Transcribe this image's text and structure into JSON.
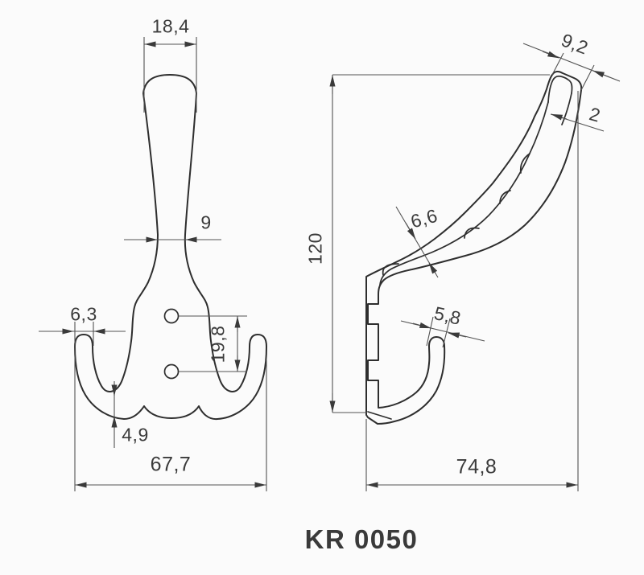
{
  "title": "KR 0050",
  "colors": {
    "background": "#fbfbfb",
    "outline": "#2e2e2e",
    "dimension_lines": "#535353",
    "text": "#3b3b3b"
  },
  "front_view": {
    "name": "front-view",
    "dimensions": {
      "top_width": "18,4",
      "neck_width": "9",
      "side_hook_tip_width": "6,3",
      "hole_spacing": "19,8",
      "bottom_thickness": "4,9",
      "overall_width": "67,7"
    }
  },
  "side_view": {
    "name": "side-view",
    "dimensions": {
      "top_hook_tip_width": "9,2",
      "wall_thickness": "2",
      "arm_thickness": "6,6",
      "overall_height": "120",
      "lower_hook_tip_width": "5,8",
      "overall_depth": "74,8"
    }
  }
}
